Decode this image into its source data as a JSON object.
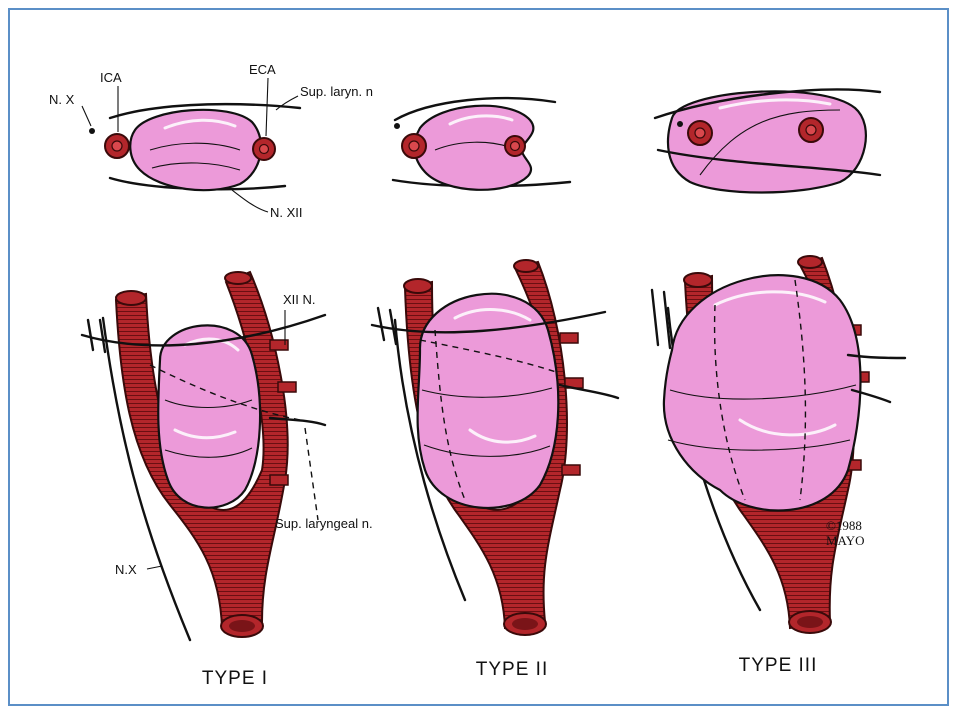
{
  "labels": {
    "nx_top": "N. X",
    "ica": "ICA",
    "eca": "ECA",
    "sup_laryn_top": "Sup. laryn. n",
    "nxii_top": "N. XII",
    "xii_n": "XII N.",
    "sup_laryngeal": "Sup. laryngeal n.",
    "nx_bottom": "N.X"
  },
  "types": [
    "TYPE I",
    "TYPE II",
    "TYPE III"
  ],
  "copyright": {
    "line1": "©1988",
    "line2": "MAYO"
  },
  "colors": {
    "tumor": "#ec9ad9",
    "artery": "#b3262b",
    "frame": "#5b8fc7"
  }
}
